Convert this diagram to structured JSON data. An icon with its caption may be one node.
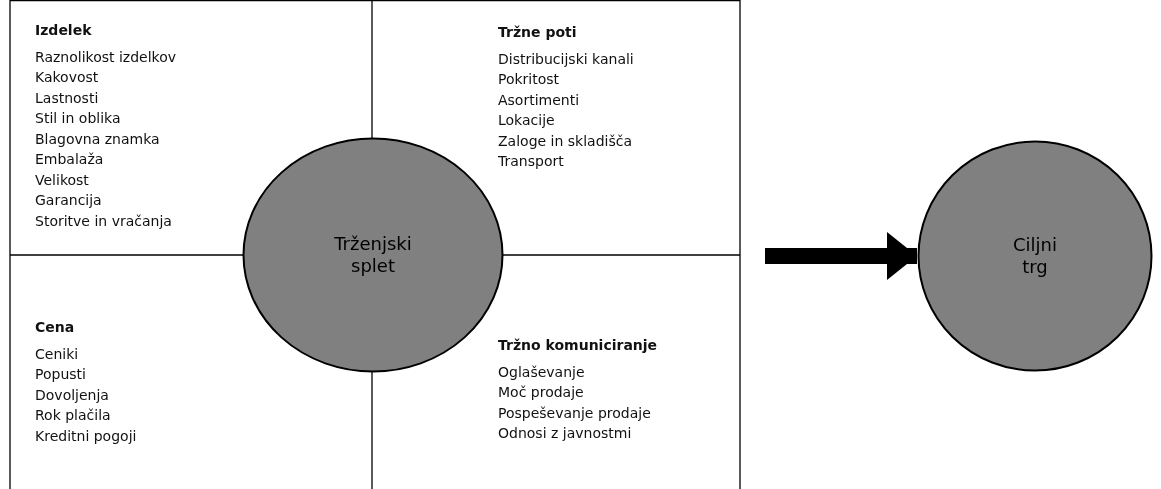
{
  "diagram": {
    "nodes": [
      {
        "text": [
          "Izdelek",
          "Raznolikost izdelkov",
          "Kakovost",
          "Lastnosti",
          "Stil in oblika",
          "Blagovna znamka",
          "Embalaža",
          "Velikost",
          "Garancija",
          "Storitve in vračanja"
        ]
      },
      {
        "text": [
          "Tržne poti",
          "Distribucijski kanali",
          "Pokritost",
          "Asortimenti",
          "Lokacije",
          "Zaloge in skladišča",
          "Transport"
        ]
      },
      {
        "text": [
          "Cena",
          "Ceniki",
          "Popusti",
          "Dovoljenja",
          "Rok plačila",
          "Kreditni pogoji"
        ]
      },
      {
        "text": [
          "Tržno komuniciranje",
          "Oglaševanje",
          "Moč prodaje",
          "Pospeševanje prodaje",
          "Odnosi z javnostmi"
        ]
      },
      {
        "text": [
          "Trženjski splet"
        ]
      },
      {
        "text": [
          "Ciljni trg"
        ]
      }
    ],
    "edges": [
      {
        "from": null,
        "to": 5,
        "arrow": "to"
      }
    ]
  }
}
